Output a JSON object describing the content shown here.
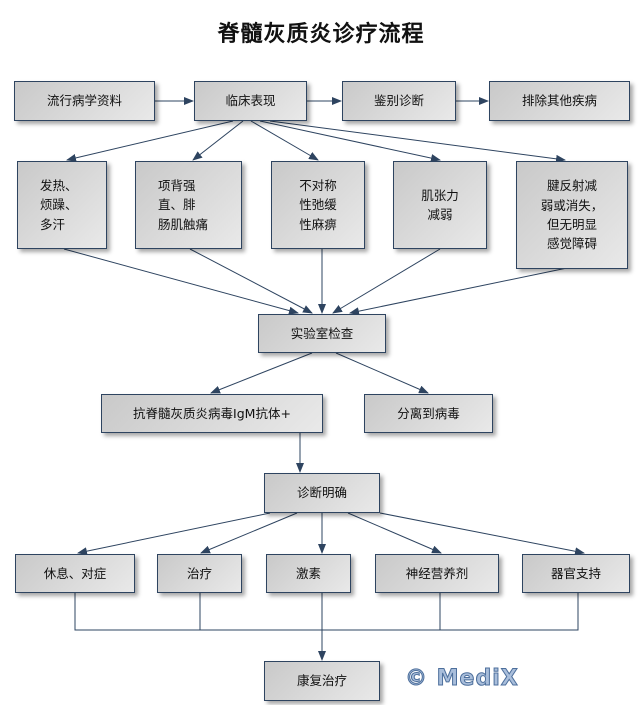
{
  "title": "脊髓灰质炎诊疗流程",
  "watermark": "© MediX",
  "colors": {
    "line": "#2e4460",
    "box_border": "#2e4460",
    "box_fill_dark": "#c9c9c9",
    "box_fill_light": "#e9e9e9"
  },
  "nodes": {
    "epi": "流行病学资料",
    "clinical": "临床表现",
    "differential": "鉴别诊断",
    "exclude": "排除其他疾病",
    "fever": "发热、\n烦躁、\n多汗",
    "neck": "项背强\n直、腓\n肠肌触痛",
    "asym": "不对称\n性弛缓\n性麻痹",
    "tone": "肌张力\n减弱",
    "reflex": "腱反射减\n弱或消失，\n但无明显\n感觉障碍",
    "lab": "实验室检查",
    "igm": "抗脊髓灰质炎病毒IgM抗体+",
    "virus": "分离到病毒",
    "confirmed": "诊断明确",
    "rest": "休息、对症",
    "treat": "治疗",
    "hormone": "激素",
    "neuro": "神经营养剂",
    "organ": "器官支持",
    "rehab": "康复治疗"
  }
}
